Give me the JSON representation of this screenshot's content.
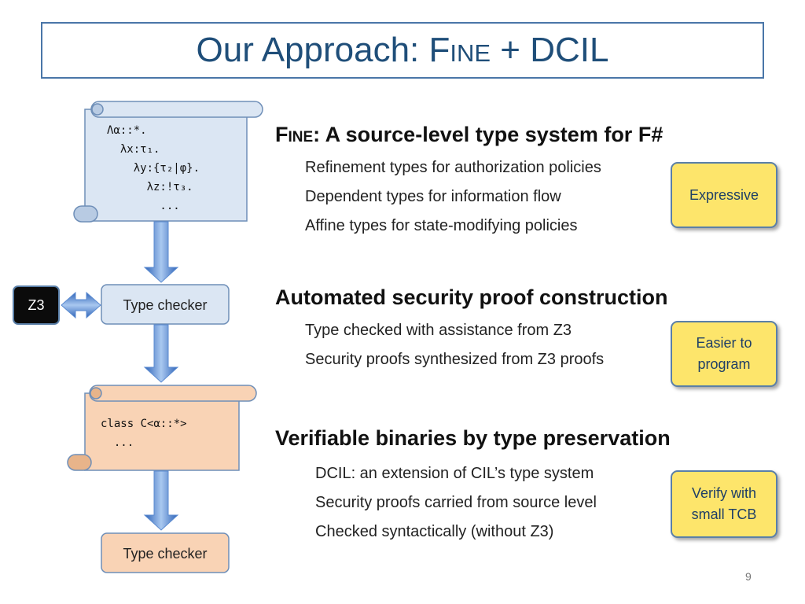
{
  "title": {
    "main": "Our Approach: ",
    "fine": "Fine",
    "rest": " + DCIL"
  },
  "diagram": {
    "source_scroll": {
      "lines": [
        "Λα::*.",
        "  λx:τ₁.",
        "    λy:{τ₂|φ}.",
        "      λz:!τ₃.",
        "        ..."
      ]
    },
    "type_checker_top": "Type checker",
    "z3": "Z3",
    "target_scroll": {
      "lines": [
        "class C<α::*>",
        "  ..."
      ]
    },
    "type_checker_bottom": "Type checker"
  },
  "sections": [
    {
      "heading_sc": "Fine",
      "heading_rest": ": A source-level type system for F#",
      "items": [
        "Refinement types for authorization policies",
        "Dependent types for information flow",
        "Affine types for state-modifying policies"
      ],
      "badge": "Expressive"
    },
    {
      "heading_sc": "",
      "heading_rest": "Automated security proof construction",
      "items": [
        "Type checked with assistance from Z3",
        "Security proofs synthesized from Z3 proofs"
      ],
      "badge": "Easier to\nprogram"
    },
    {
      "heading_sc": "",
      "heading_rest": "Verifiable binaries by type preservation",
      "items": [
        "DCIL: an extension of CIL’s type system",
        "Security proofs carried from source level",
        "Checked syntactically (without Z3)"
      ],
      "badge": "Verify with\nsmall TCB"
    }
  ],
  "page_number": "9",
  "colors": {
    "title_text": "#1f4e79",
    "scroll_blue": "#dbe6f3",
    "scroll_orange": "#f9d3b5",
    "badge_yellow": "#fde56b",
    "arrow_blue": "#4f86d4"
  }
}
